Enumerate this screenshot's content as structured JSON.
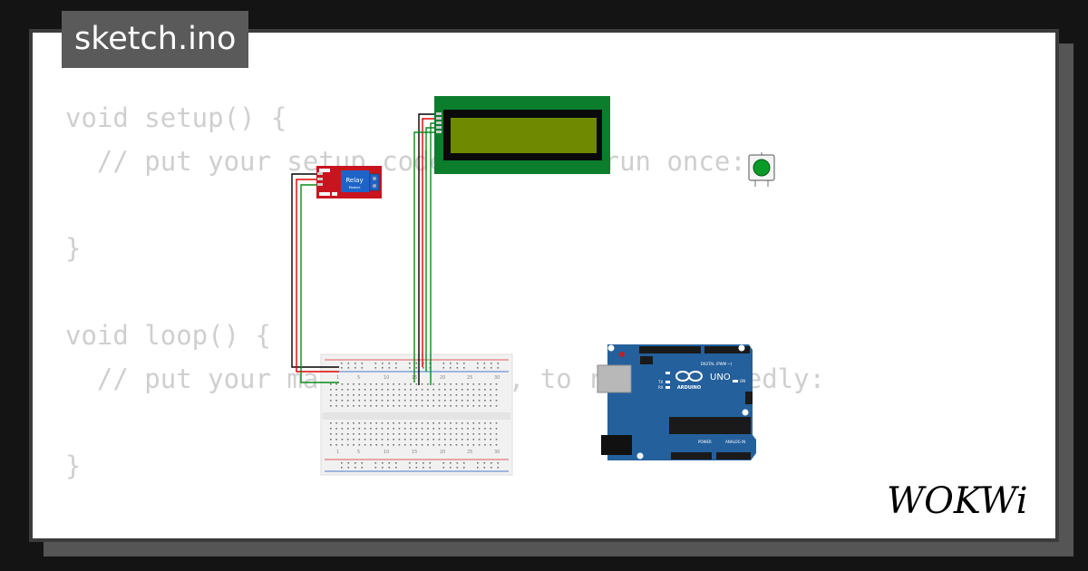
{
  "tab": {
    "filename": "sketch.ino"
  },
  "code": {
    "lines": [
      "void setup() {",
      "  // put your setup code here, to run once:",
      "",
      "}",
      "",
      "void loop() {",
      "  // put your main code here, to run repeatedly:",
      "",
      "}"
    ]
  },
  "components": {
    "relay": {
      "label": "Relay",
      "sublabel": "Module"
    },
    "arduino": {
      "brand": "ARDUINO",
      "model": "UNO",
      "digital_label": "DIGITAL (PWM ~)",
      "power_label": "POWER",
      "analog_label": "ANALOG IN",
      "on_label": "ON",
      "tx_label": "TX",
      "rx_label": "RX"
    },
    "breadboard": {
      "col_labels": [
        "1",
        "5",
        "10",
        "15",
        "20",
        "25",
        "30"
      ]
    }
  },
  "brand": {
    "logo_text": "WOKWi"
  },
  "colors": {
    "background": "#141414",
    "card": "#ffffff",
    "code_text": "#cfcfcf",
    "tab_bg": "#5a5a5a",
    "lcd_board": "#0b7d2c",
    "lcd_screen": "#6f8a00",
    "relay_red": "#c8141e",
    "relay_blue": "#1e64c8",
    "arduino_blue": "#24609c",
    "wire_black": "#000000",
    "wire_red": "#e00000",
    "wire_green": "#0a8a1a",
    "button_green": "#0a9a28"
  }
}
